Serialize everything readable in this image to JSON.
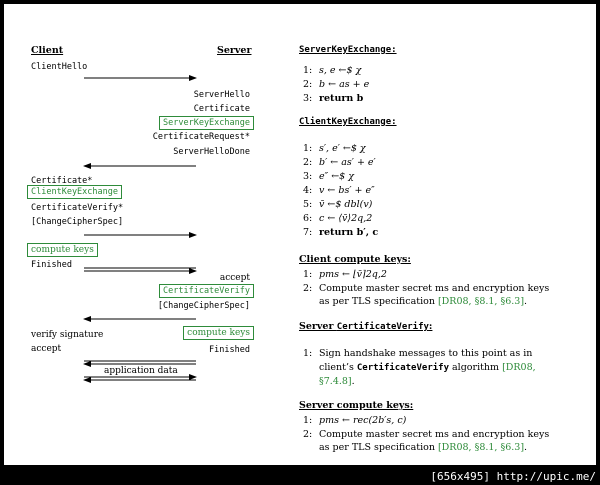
{
  "protocol": {
    "client_header": "Client",
    "server_header": "Server",
    "client_hello": "ClientHello",
    "server_hello": "ServerHello",
    "certificate_s": "Certificate",
    "server_key_exchange": "ServerKeyExchange",
    "cert_request": "CertificateRequest*",
    "server_hello_done": "ServerHelloDone",
    "certificate_c": "Certificate*",
    "client_key_exchange": "ClientKeyExchange",
    "cert_verify_c": "CertificateVerify*",
    "change_cipher_c": "[ChangeCipherSpec]",
    "compute_keys_c": "compute keys",
    "finished_c": "Finished",
    "accept_s": "accept",
    "cert_verify_s": "CertificateVerify",
    "change_cipher_s": "[ChangeCipherSpec]",
    "verify_signature": "verify signature",
    "accept_c": "accept",
    "compute_keys_s": "compute keys",
    "finished_s": "Finished",
    "application_data": "application data"
  },
  "algorithms": {
    "ske_title": "ServerKeyExchange:",
    "ske_lines": [
      {
        "num": "1:",
        "text": "s, e ←$ χ"
      },
      {
        "num": "2:",
        "text": "b ← as + e"
      },
      {
        "num": "3:",
        "text": "return  b"
      }
    ],
    "cke_title": "ClientKeyExchange:",
    "cke_lines": [
      {
        "num": "1:",
        "text": "s′, e′ ←$ χ"
      },
      {
        "num": "2:",
        "text": "b′ ← as′ + e′"
      },
      {
        "num": "3:",
        "text": "e″ ←$ χ"
      },
      {
        "num": "4:",
        "text": "v ← bs′ + e″"
      },
      {
        "num": "5:",
        "text": "v̄ ←$ dbl(v)"
      },
      {
        "num": "6:",
        "text": "c ← ⟨v̄⟩2q,2"
      },
      {
        "num": "7:",
        "text": "return  b′, c"
      }
    ],
    "ccomp_title": "Client compute keys:",
    "ccomp_line1": {
      "num": "1:",
      "text": "pms ← ⌊v̄⌉2q,2"
    },
    "ccomp_line2_num": "2:",
    "ccomp_line2a": "Compute master secret ms and encryption keys",
    "ccomp_line2b_pre": "as per TLS specification ",
    "ccomp_line2b_cite": "[DR08, §8.1, §6.3]",
    "ccomp_line2b_post": ".",
    "scv_title_pre": "Server ",
    "scv_title_code": "CertificateVerify",
    "scv_title_post": ":",
    "scv_num": "1:",
    "scv_a_pre": "Sign handshake messages to this point as in",
    "scv_b_pre": "client’s ",
    "scv_b_code": "CertificateVerify",
    "scv_b_mid": " algorithm ",
    "scv_b_cite": "[DR08,",
    "scv_c_cite": "§7.4.8]",
    "scv_c_post": ".",
    "scomp_title": "Server compute keys:",
    "scomp_line1": {
      "num": "1:",
      "text": "pms ← rec(2b′s, c)"
    },
    "scomp_line2_num": "2:",
    "scomp_line2a": "Compute master secret ms and encryption keys",
    "scomp_line2b_pre": "as per TLS specification ",
    "scomp_line2b_cite": "[DR08, §8.1, §6.3]",
    "scomp_line2b_post": "."
  },
  "footer": {
    "banner": "[656x495] http://upic.me/"
  }
}
